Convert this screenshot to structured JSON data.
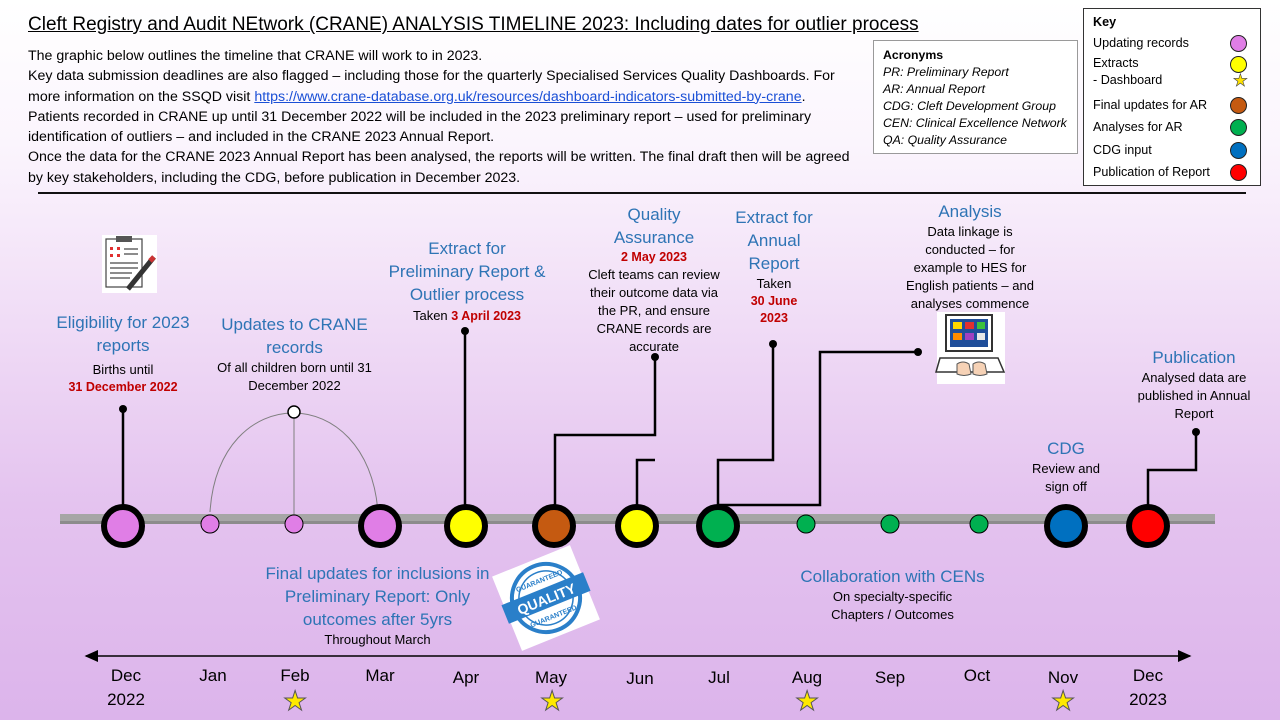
{
  "title": "Cleft Registry and Audit NEtwork (CRANE) ANALYSIS TIMELINE 2023: Including dates for outlier process",
  "intro": {
    "p1": "The graphic below outlines the timeline that CRANE will work to in 2023.",
    "p2a": "Key data submission deadlines are also flagged – including those for the quarterly Specialised Services Quality Dashboards. For more information on the SSQD visit ",
    "p2link": "https://www.crane-database.org.uk/resources/dashboard-indicators-submitted-by-crane",
    "p2b": ".",
    "p3": "Patients recorded in CRANE up until 31 December 2022 will be included in the 2023 preliminary report – used for preliminary identification of outliers – and included in the CRANE 2023 Annual Report.",
    "p4": "Once the data for the CRANE 2023 Annual Report has been analysed, the reports will be written. The final draft then will be agreed by key stakeholders, including the CDG, before publication in December 2023."
  },
  "acronyms": {
    "heading": "Acronyms",
    "items": [
      "PR: Preliminary Report",
      "AR: Annual Report",
      "CDG: Cleft Development Group",
      "CEN: Clinical Excellence Network",
      "QA: Quality Assurance"
    ]
  },
  "key": {
    "heading": "Key",
    "items": [
      {
        "label": "Updating records",
        "color": "#e07ee6"
      },
      {
        "label": "Extracts",
        "color": "#ffff00"
      },
      {
        "label": "- Dashboard",
        "color": "#ffe200"
      },
      {
        "label": "Final updates for AR",
        "color": "#c55a11"
      },
      {
        "label": "Analyses for AR",
        "color": "#00b050"
      },
      {
        "label": "CDG input",
        "color": "#0070c0"
      },
      {
        "label": "Publication of Report",
        "color": "#ff0000"
      }
    ]
  },
  "events": {
    "eligibility": {
      "title": "Eligibility  for 2023 reports",
      "line1": "Births until",
      "date": "31 December 2022"
    },
    "updates": {
      "title": "Updates to CRANE records",
      "line1": "Of all children born until 31 December 2022"
    },
    "extract_pr": {
      "title": "Extract for Preliminary Report & Outlier process",
      "taken": "Taken",
      "date": "3  April 2023"
    },
    "qa": {
      "title": "Quality Assurance",
      "date": "2 May 2023",
      "desc": "Cleft teams can review their outcome data via the PR, and ensure CRANE records are accurate"
    },
    "extract_ar": {
      "title": "Extract for Annual Report",
      "taken": "Taken",
      "date": "30 June 2023"
    },
    "analysis": {
      "title": "Analysis",
      "desc": "Data linkage is conducted – for example to HES for English patients – and analyses commence"
    },
    "publication": {
      "title": "Publication",
      "desc": "Analysed data are published in Annual Report"
    },
    "cdg": {
      "title": "CDG",
      "desc": "Review and sign off"
    },
    "final_updates": {
      "title": "Final updates for inclusions in Preliminary Report: Only outcomes after 5yrs",
      "sub": "Throughout March"
    },
    "collab": {
      "title": "Collaboration with CENs",
      "sub": "On specialty-specific Chapters / Outcomes"
    }
  },
  "months": [
    "Dec 2022",
    "Jan",
    "Feb",
    "Mar",
    "Apr",
    "May",
    "Jun",
    "Jul",
    "Aug",
    "Sep",
    "Oct",
    "Nov",
    "Dec 2023"
  ],
  "dashboard_star_months": [
    "Feb",
    "May",
    "Aug",
    "Nov"
  ],
  "icons": {
    "report": "clipboard-report-icon",
    "quality": "quality-stamp-icon",
    "laptop": "laptop-analysis-icon"
  }
}
